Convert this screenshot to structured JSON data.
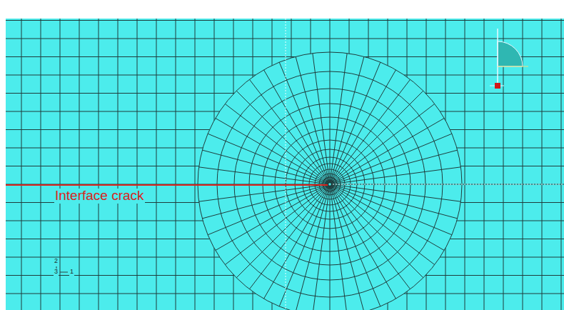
{
  "diagram": {
    "labels": [
      "Interface crack",
      "2",
      "3",
      "1"
    ]
  }
}
